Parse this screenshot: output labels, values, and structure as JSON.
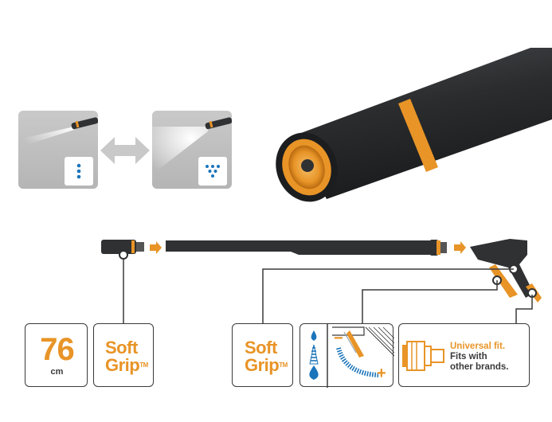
{
  "spec_cards": {
    "length": {
      "value": "76",
      "unit": "cm"
    },
    "soft_grip_left": {
      "line1": "Soft",
      "line2": "Grip",
      "tm": "TM"
    },
    "soft_grip_right": {
      "line1": "Soft",
      "line2": "Grip",
      "tm": "TM"
    },
    "adjust": {
      "minus": "−",
      "plus": "+"
    },
    "fit": {
      "line1": "Universal fit.",
      "line2": "Fits with",
      "line3": "other brands."
    }
  },
  "colors": {
    "accent": "#e89427",
    "dark": "#2f3133",
    "line": "#3a3a3a",
    "blue": "#1b75bb"
  }
}
